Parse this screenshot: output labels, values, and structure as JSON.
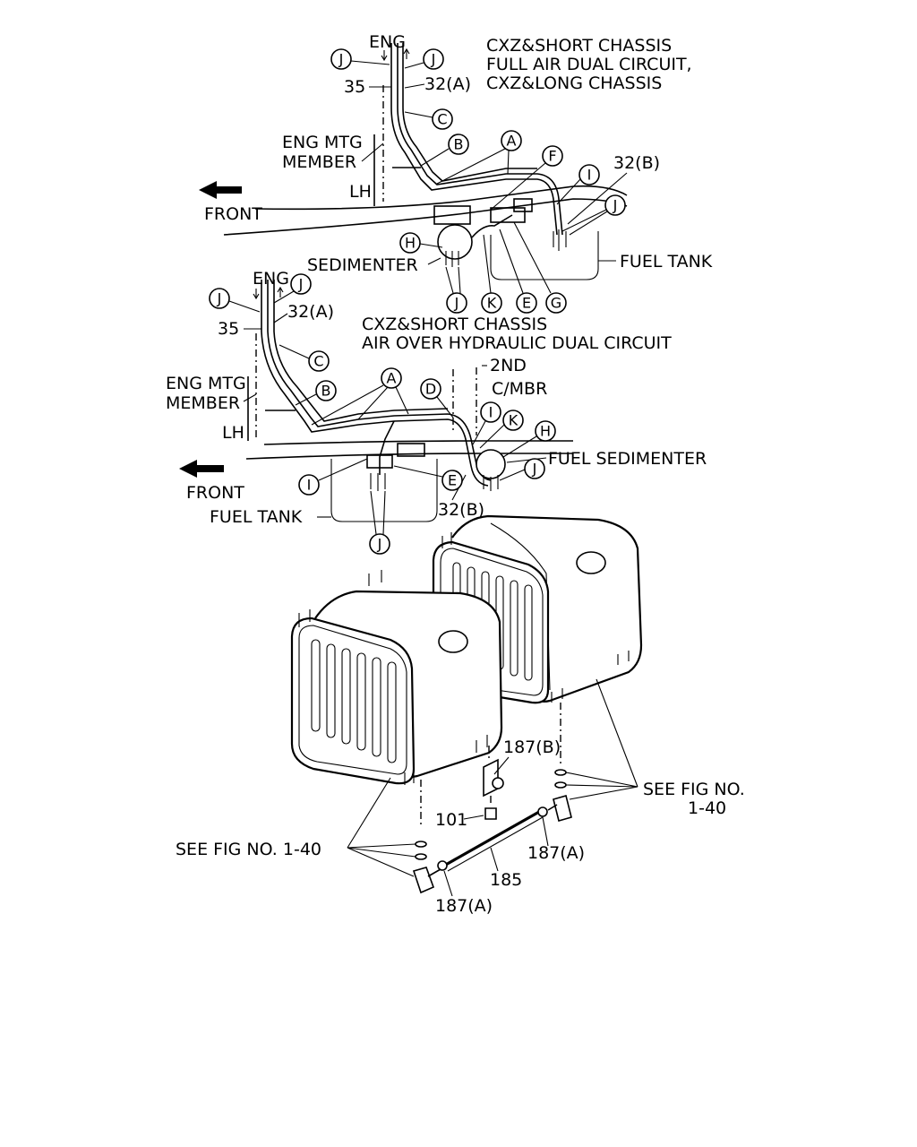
{
  "header": {
    "top_config": [
      "CXZ&SHORT CHASSIS",
      "FULL AIR DUAL CIRCUIT,",
      "CXZ&LONG CHASSIS"
    ],
    "mid_config": [
      "CXZ&SHORT CHASSIS",
      "AIR OVER HYDRAULIC DUAL CIRCUIT"
    ]
  },
  "top_view": {
    "eng": "ENG",
    "part_35": "35",
    "part_32a": "32(A)",
    "part_32b": "32(B)",
    "eng_mtg": [
      "ENG MTG",
      "MEMBER"
    ],
    "lh": "LH",
    "front": "FRONT",
    "sedimenter": "SEDIMENTER",
    "fuel_tank": "FUEL TANK",
    "callouts": [
      "J",
      "J",
      "C",
      "B",
      "A",
      "F",
      "I",
      "J",
      "H",
      "J",
      "K",
      "E",
      "G"
    ]
  },
  "mid_view": {
    "eng": "ENG",
    "part_35": "35",
    "part_32a": "32(A)",
    "part_32b": "32(B)",
    "eng_mtg": [
      "ENG MTG",
      "MEMBER"
    ],
    "lh": "LH",
    "front": "FRONT",
    "second_mbr": [
      "2ND",
      "C/MBR"
    ],
    "fuel_sedimenter": "FUEL SEDIMENTER",
    "fuel_tank": "FUEL TANK",
    "callouts": [
      "J",
      "J",
      "C",
      "B",
      "A",
      "D",
      "I",
      "K",
      "H",
      "J",
      "I",
      "E",
      "J"
    ]
  },
  "bottom_view": {
    "part_187b": "187(B)",
    "part_101": "101",
    "part_187a_right": "187(A)",
    "part_185": "185",
    "part_187a_bottom": "187(A)",
    "see_fig_left": "SEE FIG NO. 1-40",
    "see_fig_right": [
      "SEE FIG NO.",
      "1-40"
    ]
  }
}
